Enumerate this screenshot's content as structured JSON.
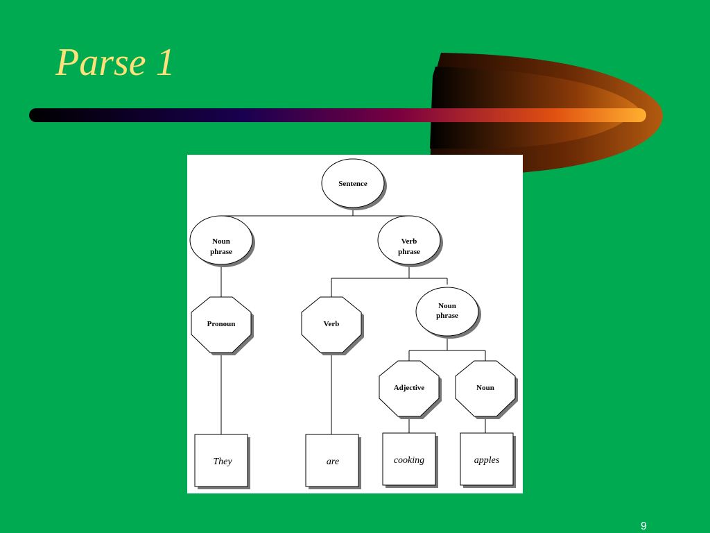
{
  "slide": {
    "title": "Parse 1",
    "page_number": "9"
  },
  "tree": {
    "root": "Sentence",
    "np1_line1": "Noun",
    "np1_line2": "phrase",
    "vp_line1": "Verb",
    "vp_line2": "phrase",
    "pronoun": "Pronoun",
    "verb": "Verb",
    "np2_line1": "Noun",
    "np2_line2": "phrase",
    "adjective": "Adjective",
    "noun": "Noun",
    "leaf_they": "They",
    "leaf_are": "are",
    "leaf_cooking": "cooking",
    "leaf_apples": "apples"
  },
  "colors": {
    "background": "#00AA50",
    "title": "#FFE07A",
    "panel": "#FFFFFF"
  }
}
